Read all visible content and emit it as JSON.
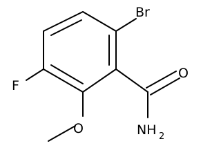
{
  "molecule": {
    "atoms": {
      "br": "Br",
      "f": "F",
      "o_carbonyl": "O",
      "o_methoxy": "O",
      "nh2_main": "NH",
      "nh2_sub": "2"
    }
  }
}
